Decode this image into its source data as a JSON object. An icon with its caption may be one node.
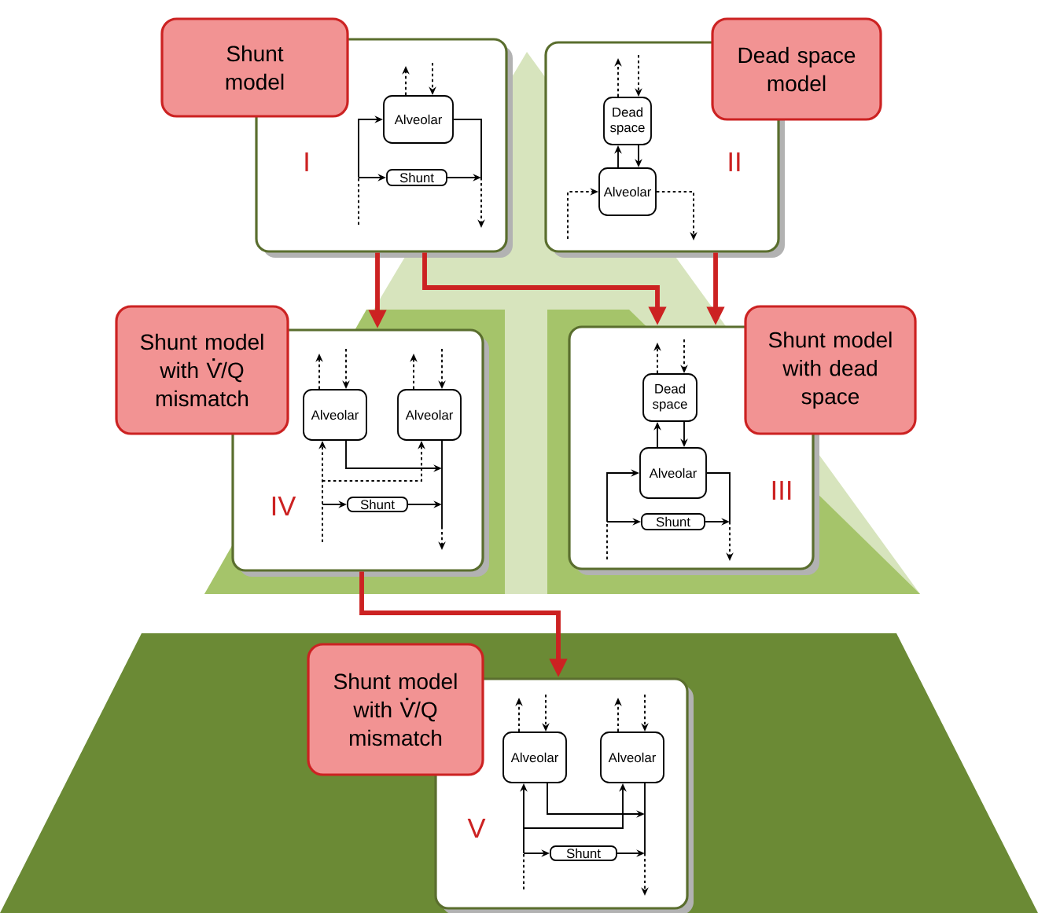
{
  "diagram": {
    "nodes": [
      {
        "text": [
          "Shunt model"
        ]
      },
      {
        "text": [
          "I"
        ]
      },
      {
        "text": [
          "Alveolar"
        ],
        "in": 1
      },
      {
        "text": [
          "Shunt"
        ],
        "in": 1
      },
      {
        "text": [
          "II"
        ]
      },
      {
        "text": [
          "Dead space model"
        ]
      },
      {
        "text": [
          "Dead space"
        ],
        "in": 4
      },
      {
        "text": [
          "Alveolar"
        ],
        "in": 4
      },
      {
        "text": [
          "Shunt model with V̇/Q mismatch"
        ]
      },
      {
        "text": [
          "IV"
        ]
      },
      {
        "text": [
          "Alveolar"
        ],
        "in": 9
      },
      {
        "text": [
          "Alveolar"
        ],
        "in": 9
      },
      {
        "text": [
          "Shunt"
        ],
        "in": 9
      },
      {
        "text": [
          "III"
        ]
      },
      {
        "text": [
          "Dead space"
        ],
        "in": 13
      },
      {
        "text": [
          "Alveolar"
        ],
        "in": 13
      },
      {
        "text": [
          "Shunt"
        ],
        "in": 13
      },
      {
        "text": [
          "Shunt model with dead space"
        ]
      },
      {
        "text": [
          "Shunt model with V̇/Q mismatch"
        ]
      },
      {
        "text": [
          "V"
        ]
      },
      {
        "text": [
          "Alveolar"
        ],
        "in": 19
      },
      {
        "text": [
          "Alveolar"
        ],
        "in": 19
      },
      {
        "text": [
          "Shunt"
        ],
        "in": 19
      }
    ],
    "edges": [
      {
        "from": 1,
        "to": 9,
        "arrow": "to",
        "style": "thick",
        "color": "#cc2222"
      },
      {
        "from": 1,
        "to": 13,
        "arrow": "to",
        "style": "thick",
        "color": "#cc2222"
      },
      {
        "from": 4,
        "to": 13,
        "arrow": "to",
        "style": "thick",
        "color": "#cc2222"
      },
      {
        "from": 9,
        "to": 19,
        "arrow": "to",
        "style": "thick",
        "color": "#cc2222"
      },
      {
        "from": 2,
        "to": null,
        "arrow": "to",
        "style": "dashed"
      },
      {
        "from": null,
        "to": 2,
        "arrow": "to",
        "style": "dashed"
      },
      {
        "from": null,
        "to": 2,
        "arrow": "to"
      },
      {
        "from": null,
        "to": 3,
        "arrow": "to"
      },
      {
        "from": 2,
        "to": null,
        "arrow": "none"
      },
      {
        "from": 3,
        "to": null,
        "arrow": "to"
      },
      {
        "from": 6,
        "to": null,
        "arrow": "to",
        "style": "dashed"
      },
      {
        "from": null,
        "to": 6,
        "arrow": "to",
        "style": "dashed"
      },
      {
        "from": 7,
        "to": 6,
        "arrow": "to"
      },
      {
        "from": 6,
        "to": 7,
        "arrow": "to"
      },
      {
        "from": null,
        "to": 7,
        "arrow": "to",
        "style": "dashed"
      },
      {
        "from": 7,
        "to": null,
        "arrow": "to",
        "style": "dashed"
      },
      {
        "from": 10,
        "to": null,
        "arrow": "to",
        "style": "dashed"
      },
      {
        "from": null,
        "to": 10,
        "arrow": "to",
        "style": "dashed"
      },
      {
        "from": 11,
        "to": null,
        "arrow": "to",
        "style": "dashed"
      },
      {
        "from": null,
        "to": 11,
        "arrow": "to",
        "style": "dashed"
      },
      {
        "from": null,
        "to": 10,
        "arrow": "to",
        "style": "dashed"
      },
      {
        "from": null,
        "to": 11,
        "arrow": "to",
        "style": "dashed"
      },
      {
        "from": null,
        "to": 12,
        "arrow": "to"
      },
      {
        "from": 10,
        "to": null,
        "arrow": "to"
      },
      {
        "from": 11,
        "to": null,
        "arrow": "none"
      },
      {
        "from": 12,
        "to": null,
        "arrow": "to"
      },
      {
        "from": 14,
        "to": null,
        "arrow": "to",
        "style": "dashed"
      },
      {
        "from": null,
        "to": 14,
        "arrow": "to",
        "style": "dashed"
      },
      {
        "from": 15,
        "to": 14,
        "arrow": "to"
      },
      {
        "from": 14,
        "to": 15,
        "arrow": "to"
      },
      {
        "from": null,
        "to": 15,
        "arrow": "to"
      },
      {
        "from": null,
        "to": 16,
        "arrow": "to"
      },
      {
        "from": 15,
        "to": null,
        "arrow": "none"
      },
      {
        "from": 16,
        "to": null,
        "arrow": "to"
      },
      {
        "from": 20,
        "to": null,
        "arrow": "to",
        "style": "dashed"
      },
      {
        "from": null,
        "to": 20,
        "arrow": "to",
        "style": "dashed"
      },
      {
        "from": 21,
        "to": null,
        "arrow": "to",
        "style": "dashed"
      },
      {
        "from": null,
        "to": 21,
        "arrow": "to",
        "style": "dashed"
      },
      {
        "from": null,
        "to": 20,
        "arrow": "to"
      },
      {
        "from": null,
        "to": 21,
        "arrow": "to"
      },
      {
        "from": 20,
        "to": null,
        "arrow": "to"
      },
      {
        "from": 21,
        "to": null,
        "arrow": "none"
      },
      {
        "from": null,
        "to": 22,
        "arrow": "to"
      },
      {
        "from": 22,
        "to": null,
        "arrow": "to"
      }
    ]
  }
}
